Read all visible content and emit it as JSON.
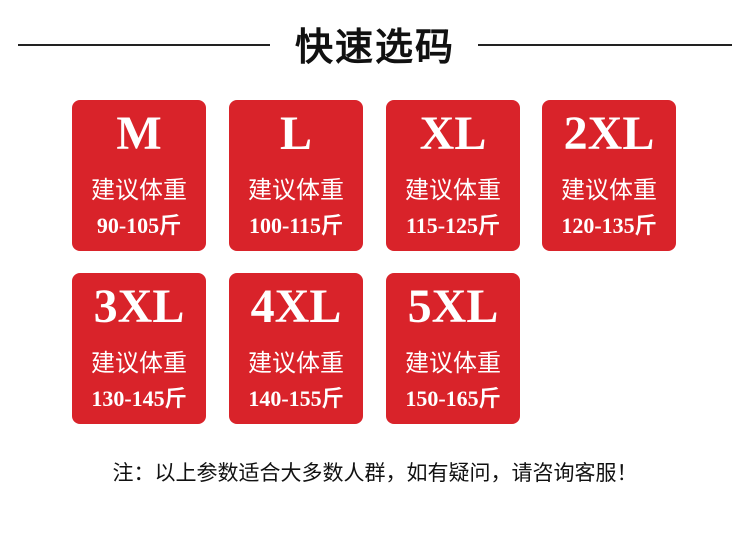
{
  "title": "快速选码",
  "accent": "#d9232a",
  "label": "建议体重",
  "sizes": [
    {
      "size": "M",
      "range": "90-105斤"
    },
    {
      "size": "L",
      "range": "100-115斤"
    },
    {
      "size": "XL",
      "range": "115-125斤"
    },
    {
      "size": "2XL",
      "range": "120-135斤"
    },
    {
      "size": "3XL",
      "range": "130-145斤"
    },
    {
      "size": "4XL",
      "range": "140-155斤"
    },
    {
      "size": "5XL",
      "range": "150-165斤"
    }
  ],
  "note": "注：以上参数适合大多数人群，如有疑问，请咨询客服！"
}
